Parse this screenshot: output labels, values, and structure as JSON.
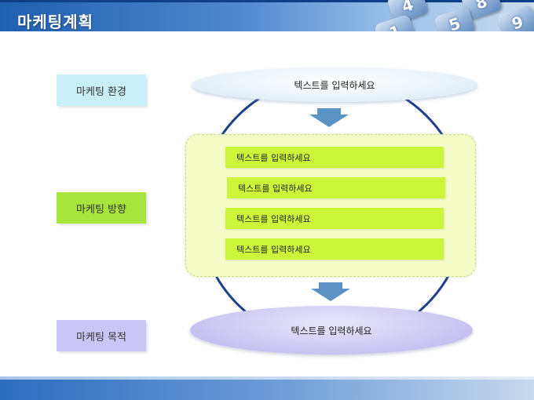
{
  "title": "마케팅계획",
  "keypad": {
    "keys": [
      "4",
      "8",
      "1",
      "5",
      "9"
    ]
  },
  "labels": {
    "environment": "마케팅 환경",
    "direction": "마케팅 방향",
    "goal": "마케팅 목적"
  },
  "top_ellipse_text": "텍스트를 입력하세요",
  "bars": [
    "텍스트를 입력하세요",
    "텍스트를 입력하세요",
    "텍스트를 입력하세요",
    "텍스트를 입력하세요"
  ],
  "bottom_ellipse_text": "텍스트를 입력하세요",
  "colors": {
    "header_blue": "#1f5fb0",
    "env_box": "#c9f0fa",
    "dir_box": "#a7e43c",
    "goal_box": "#c9c6f5",
    "bar_green": "#cdf53a",
    "panel_yellow": "#f4fbc6",
    "circle_blue": "#1f3f8c",
    "arrow_blue": "#5b93c4"
  }
}
